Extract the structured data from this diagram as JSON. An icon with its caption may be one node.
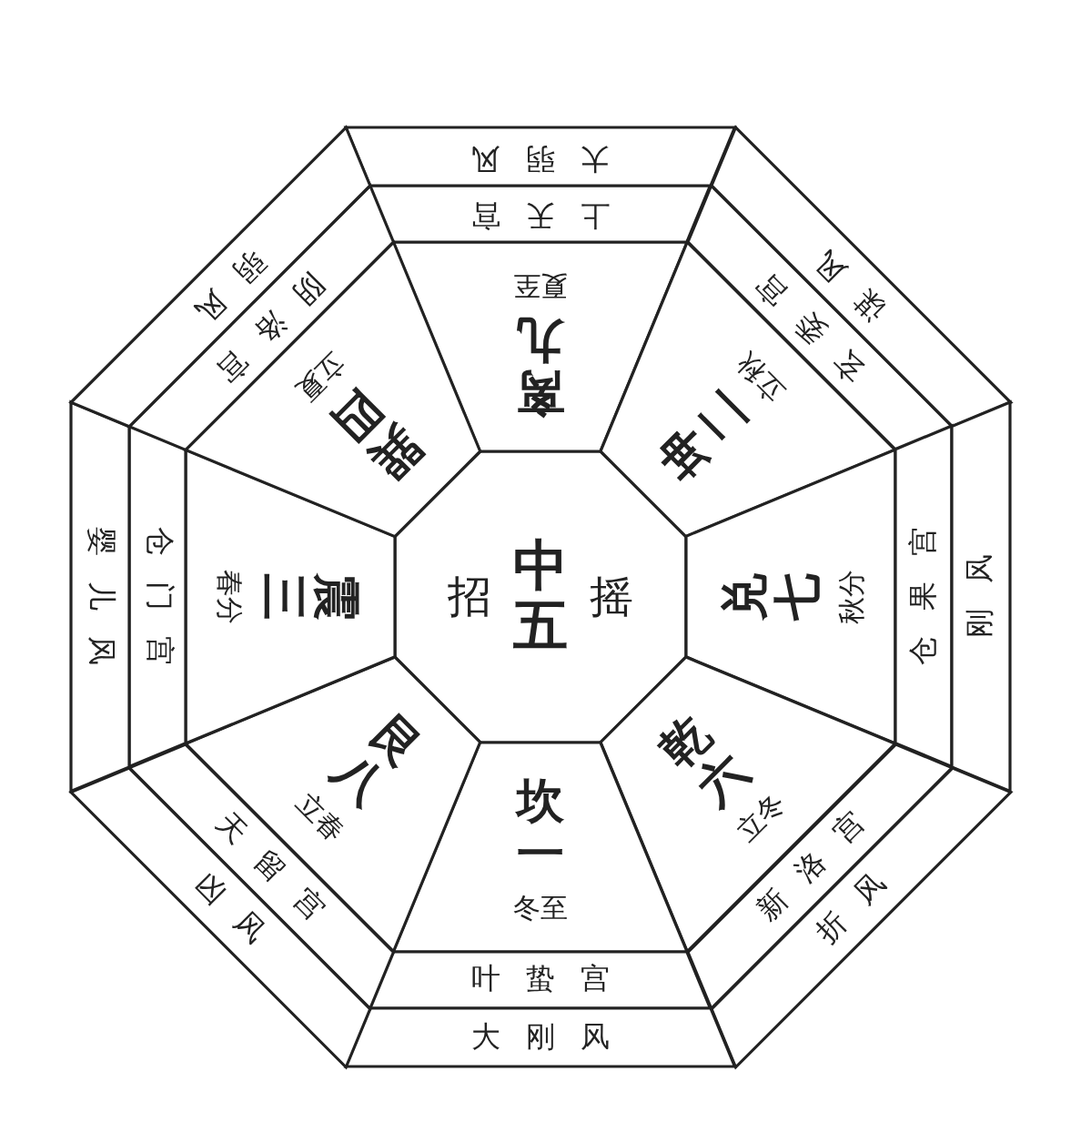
{
  "diagram": {
    "nodes": [
      {
        "text": [
          "中五",
          "招摇"
        ]
      },
      {
        "text": [
          "离九",
          "夏至"
        ]
      },
      {
        "text": [
          "上天宫"
        ]
      },
      {
        "text": [
          "大弱风"
        ]
      },
      {
        "text": [
          "坤二",
          "立秋"
        ]
      },
      {
        "text": [
          "玄委宫"
        ]
      },
      {
        "text": [
          "谋风"
        ]
      },
      {
        "text": [
          "兑七",
          "秋分"
        ]
      },
      {
        "text": [
          "仓果宫"
        ]
      },
      {
        "text": [
          "刚风"
        ]
      },
      {
        "text": [
          "乾六",
          "立冬"
        ]
      },
      {
        "text": [
          "新洛宫"
        ]
      },
      {
        "text": [
          "折风"
        ]
      },
      {
        "text": [
          "坎一",
          "冬至"
        ]
      },
      {
        "text": [
          "叶蛰宫"
        ]
      },
      {
        "text": [
          "大刚风"
        ]
      },
      {
        "text": [
          "艮八",
          "立春"
        ]
      },
      {
        "text": [
          "天留宫"
        ]
      },
      {
        "text": [
          "凶风"
        ]
      },
      {
        "text": [
          "震三",
          "春分"
        ]
      },
      {
        "text": [
          "仓门宫"
        ]
      },
      {
        "text": [
          "婴儿风"
        ]
      },
      {
        "text": [
          "巽四",
          "立夏"
        ]
      },
      {
        "text": [
          "阴洛宫"
        ]
      },
      {
        "text": [
          "弱风"
        ]
      }
    ]
  }
}
